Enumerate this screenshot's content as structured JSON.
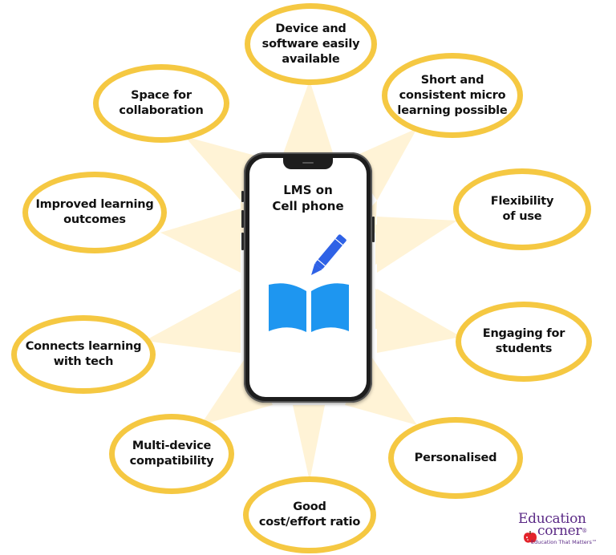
{
  "diagram": {
    "center": {
      "title": "LMS on\nCell phone",
      "icon": "book-and-pencil-icon"
    },
    "nodes": [
      {
        "id": "device-software",
        "label": "Device and\nsoftware easily\navailable"
      },
      {
        "id": "collaboration",
        "label": "Space for\ncollaboration"
      },
      {
        "id": "micro-learning",
        "label": "Short and\nconsistent micro\nlearning possible"
      },
      {
        "id": "outcomes",
        "label": "Improved learning\noutcomes"
      },
      {
        "id": "flexibility",
        "label": "Flexibility\nof use"
      },
      {
        "id": "connects-tech",
        "label": "Connects learning\nwith tech"
      },
      {
        "id": "engaging",
        "label": "Engaging for\nstudents"
      },
      {
        "id": "multi-device",
        "label": "Multi-device\ncompatibility"
      },
      {
        "id": "personalised",
        "label": "Personalised"
      },
      {
        "id": "cost-effort",
        "label": "Good\ncost/effort ratio"
      }
    ],
    "colors": {
      "ring": "#f5c842",
      "rays": "#fff3d6",
      "book": "#1e96f0",
      "pencil": "#2f62e6",
      "phone_frame": "#1d1d1d"
    }
  },
  "logo": {
    "line1": "Education",
    "line2": "corner",
    "registered": "®",
    "tagline": "Education That Matters™",
    "color": "#5b2a86",
    "icon": "apple-icon"
  }
}
